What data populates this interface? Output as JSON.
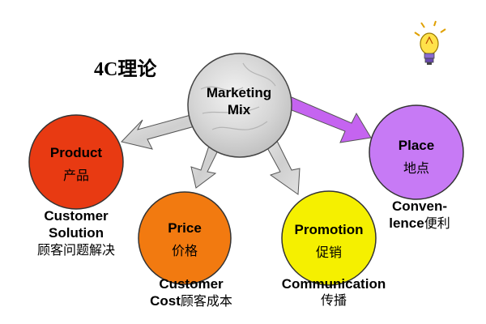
{
  "title": "4C理论",
  "center": {
    "line1": "Marketing",
    "line2": "Mix"
  },
  "nodes": {
    "product": {
      "en": "Product",
      "cn": "产品",
      "color": "#e83a12"
    },
    "price": {
      "en": "Price",
      "cn": "价格",
      "color": "#f27a10"
    },
    "promotion": {
      "en": "Promotion",
      "cn": "促销",
      "color": "#f5f000"
    },
    "place": {
      "en": "Place",
      "cn": "地点",
      "color": "#c77af5"
    }
  },
  "descriptions": {
    "customer_solution": {
      "line1": "Customer",
      "line2": "Solution",
      "cn": "顾客问题解决"
    },
    "customer_cost": {
      "line1": "Customer",
      "line2_en": "Cost",
      "line2_cn": "顾客成本"
    },
    "communication": {
      "line1": "Communication",
      "cn": "传播"
    },
    "convenience": {
      "line1": "Conven-",
      "line2_en": "lence",
      "line2_cn": "便利"
    }
  },
  "colors": {
    "marble": "#d9d9d9",
    "purple_arrow": "#c564f0"
  },
  "icons": [
    "lightbulb-icon"
  ]
}
